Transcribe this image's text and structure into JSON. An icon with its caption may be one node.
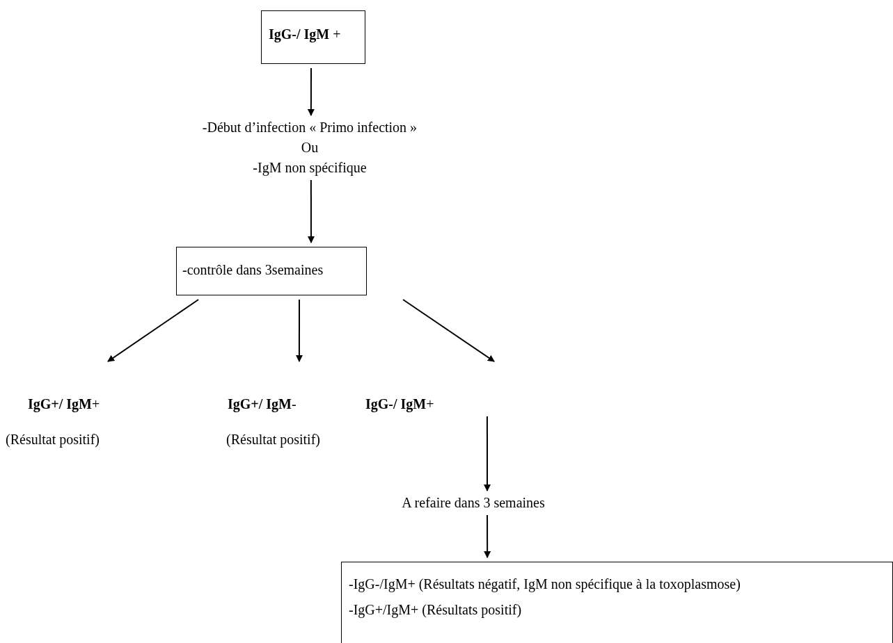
{
  "diagram": {
    "nodes": [
      {
        "text": [
          "**IgG-/ IgM** +"
        ]
      },
      {
        "text": [
          "-Début d’infection « Primo infection »",
          "Ou",
          "-IgM non spécifique"
        ]
      },
      {
        "text": [
          "-contrôle dans 3semaines"
        ]
      },
      {
        "text": [
          "**IgG+/ IgM**+"
        ],
        "beside": [
          "(Résultat positif)"
        ]
      },
      {
        "text": [
          "**IgG+/ IgM**-"
        ],
        "beside": [
          "(Résultat positif)"
        ]
      },
      {
        "text": [
          "**IgG-/ IgM**+"
        ]
      },
      {
        "text": [
          "A refaire dans 3 semaines"
        ]
      },
      {
        "text": [
          "-IgG-/IgM+ (Résultats négatif, IgM non spécifique à la toxoplasmose)",
          "-IgG+/IgM+ (Résultats positif)"
        ]
      }
    ],
    "edges": [
      {
        "from": 0,
        "to": 1,
        "arrow": "to"
      },
      {
        "from": 1,
        "to": 2,
        "arrow": "to"
      },
      {
        "from": 2,
        "to": 3,
        "arrow": "to"
      },
      {
        "from": 2,
        "to": 4,
        "arrow": "to"
      },
      {
        "from": 2,
        "to": 5,
        "arrow": "to"
      },
      {
        "from": 5,
        "to": 6,
        "arrow": "to"
      },
      {
        "from": 6,
        "to": 7,
        "arrow": "to"
      }
    ]
  }
}
